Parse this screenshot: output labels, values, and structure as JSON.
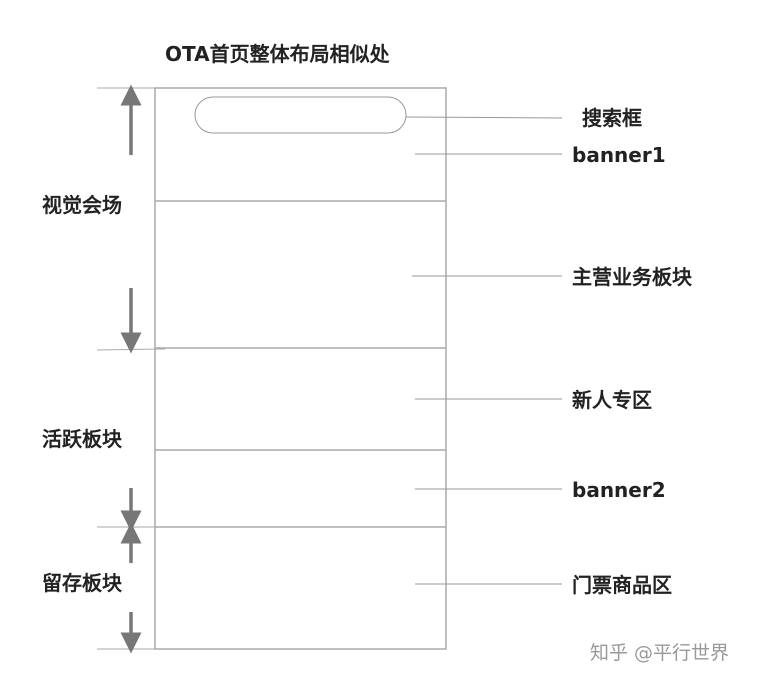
{
  "title": "OTA首页整体布局相似处",
  "sections_left": [
    "视觉会场",
    "活跃板块",
    "留存板块"
  ],
  "modules_right": [
    "搜索框",
    "banner1",
    "主营业务板块",
    "新人专区",
    "banner2",
    "门票商品区"
  ],
  "watermark": "知乎 @平行世界"
}
